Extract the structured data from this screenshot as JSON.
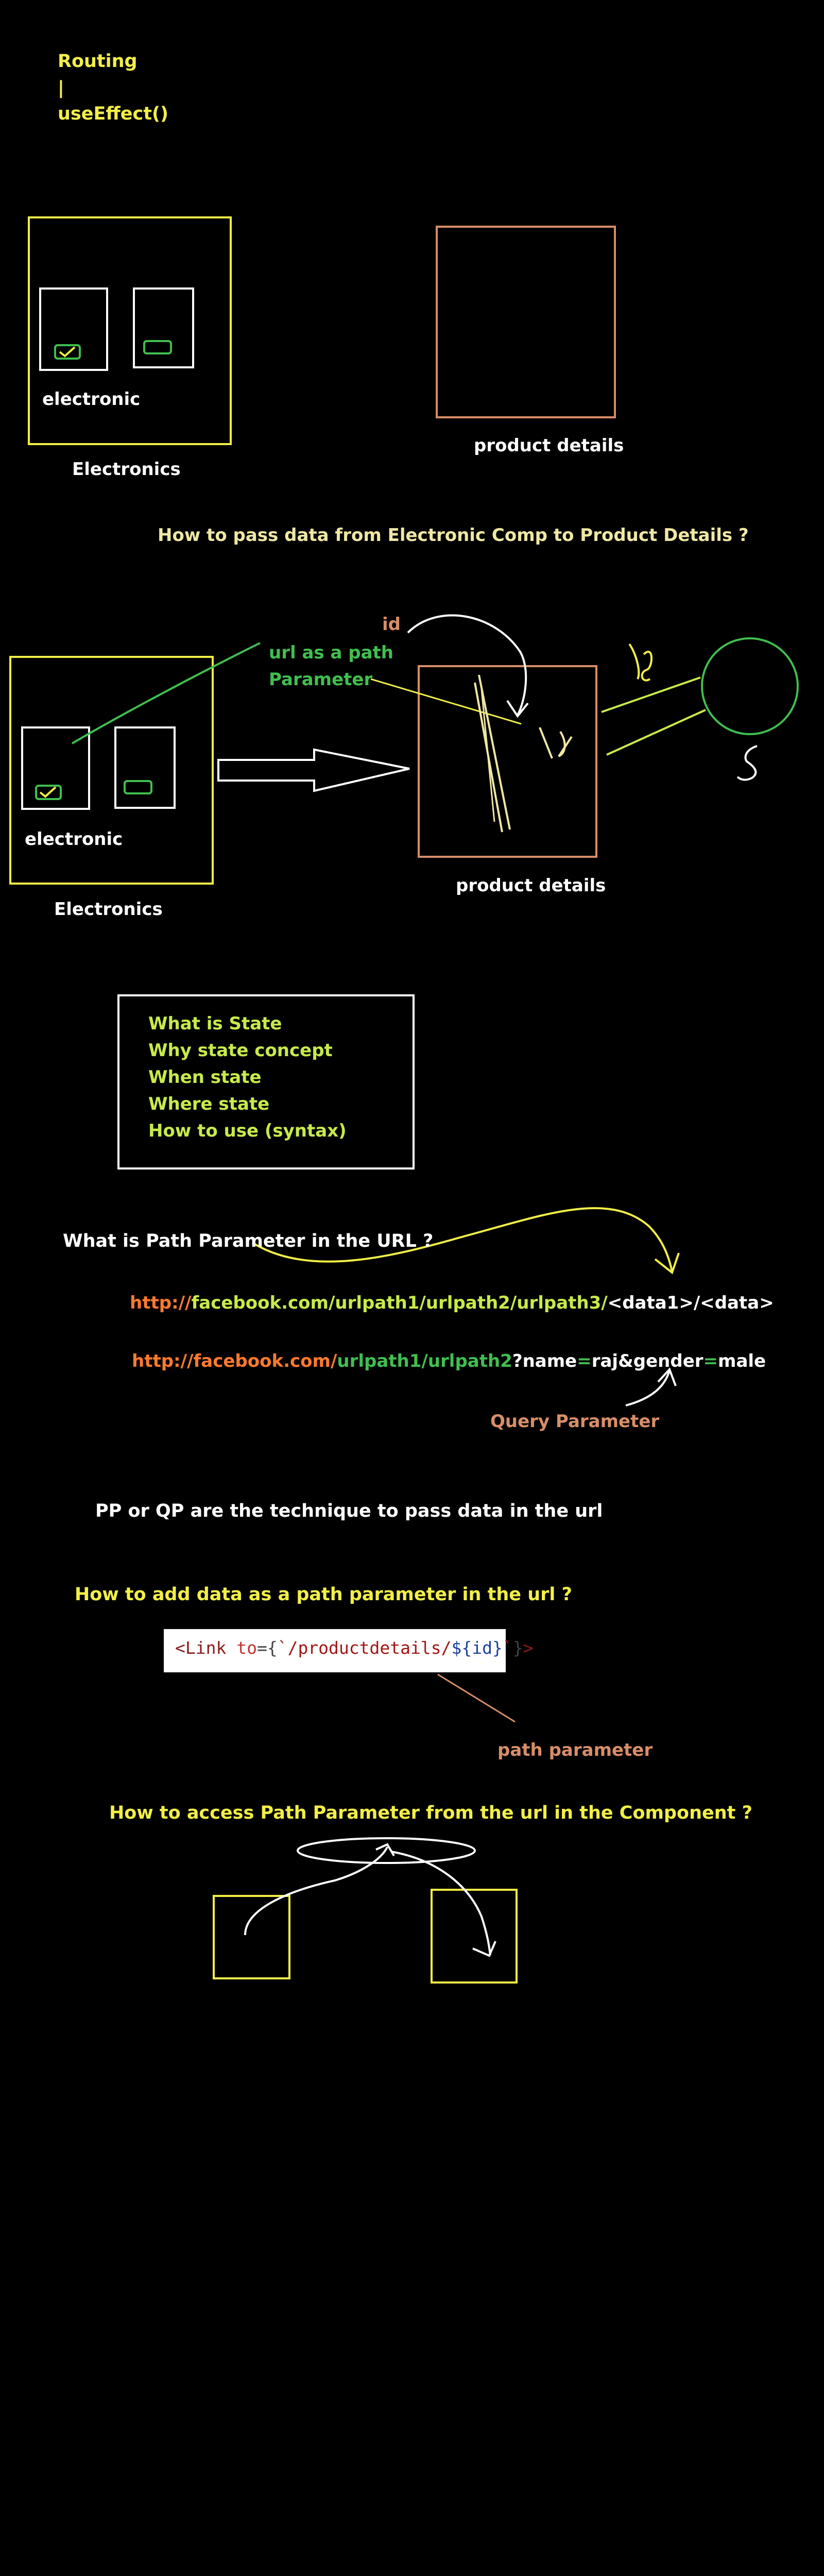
{
  "header": {
    "line1": "Routing",
    "line2": "|",
    "line3": "useEffect()"
  },
  "section1": {
    "card_label": "electronic",
    "container_label": "Electronics",
    "details_label": "product details"
  },
  "question_pass_data": "How to pass data from Electronic Comp to Product Details ?",
  "section2": {
    "id_note": "id",
    "url_note_line1": "url as a path",
    "url_note_line2": "Parameter",
    "card_label": "electronic",
    "container_label": "Electronics",
    "details_label": "product details"
  },
  "state_topics": [
    "What is State",
    "Why state concept",
    "When state",
    "Where state",
    "How to use (syntax)"
  ],
  "path_param_question": "What is Path Parameter in the URL ?",
  "url1": {
    "scheme": "http://",
    "domain": "facebook.com/",
    "path": "urlpath1/urlpath2/urlpath3/",
    "data": "<data1>/<data>"
  },
  "url2": {
    "scheme": "http://",
    "domain": "facebook.com/",
    "path": "urlpath1/urlpath2",
    "q_mark": "?",
    "k1": "name",
    "eq1": "=",
    "v1": "raj",
    "amp": "&",
    "k2": "gender",
    "eq2": "=",
    "v2": "male"
  },
  "query_param_label": "Query Parameter",
  "technique_note": "PP or QP are the technique to pass data in the url",
  "add_path_param_question": "How to add data as a path parameter in the url ?",
  "code": {
    "open": "<Link",
    "attr": " to",
    "eq": "=",
    "brace_open": "{",
    "str_start": "`/productdetails/",
    "tmpl_open": "${",
    "var": "id",
    "tmpl_close": "}",
    "str_end": "`",
    "brace_close": "}",
    "close": ">"
  },
  "path_param_label": "path parameter",
  "access_path_param_question": "How to access Path Parameter from the url in the Component ?",
  "colors": {
    "background": "#000000",
    "yellow": "#f2ef47",
    "white": "#ffffff",
    "lime": "#c8ea4a",
    "green": "#40bf4f",
    "salmon": "#d88e68",
    "orange": "#ff7a2e",
    "peach": "#f0e7a4"
  }
}
